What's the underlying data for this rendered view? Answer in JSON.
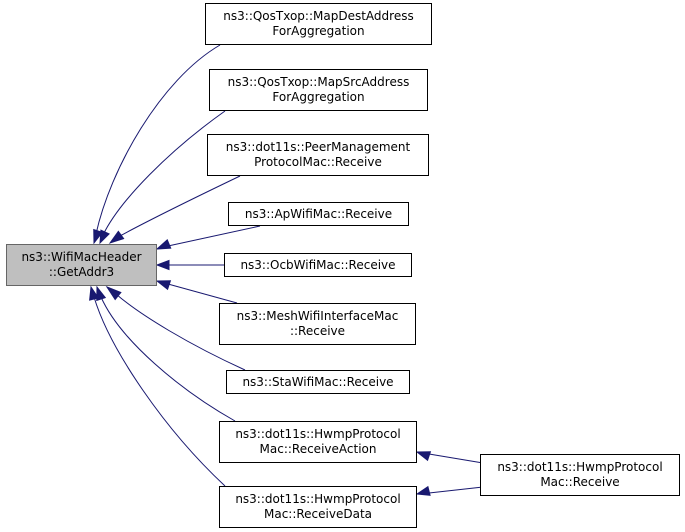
{
  "diagram": {
    "edge_color": "#191970",
    "root": {
      "lines": [
        "ns3::WifiMacHeader",
        "::GetAddr3"
      ],
      "fill": "#bfbfbf"
    },
    "callers": [
      {
        "id": "qos-map-dest",
        "lines": [
          "ns3::QosTxop::MapDestAddress",
          "ForAggregation"
        ]
      },
      {
        "id": "qos-map-src",
        "lines": [
          "ns3::QosTxop::MapSrcAddress",
          "ForAggregation"
        ]
      },
      {
        "id": "peer-mgmt-receive",
        "lines": [
          "ns3::dot11s::PeerManagement",
          "ProtocolMac::Receive"
        ]
      },
      {
        "id": "ap-receive",
        "lines": [
          "ns3::ApWifiMac::Receive"
        ]
      },
      {
        "id": "ocb-receive",
        "lines": [
          "ns3::OcbWifiMac::Receive"
        ]
      },
      {
        "id": "mesh-iface-receive",
        "lines": [
          "ns3::MeshWifiInterfaceMac",
          "::Receive"
        ]
      },
      {
        "id": "sta-receive",
        "lines": [
          "ns3::StaWifiMac::Receive"
        ]
      },
      {
        "id": "hwmp-receive-action",
        "lines": [
          "ns3::dot11s::HwmpProtocol",
          "Mac::ReceiveAction"
        ]
      },
      {
        "id": "hwmp-receive-data",
        "lines": [
          "ns3::dot11s::HwmpProtocol",
          "Mac::ReceiveData"
        ]
      },
      {
        "id": "hwmp-receive",
        "lines": [
          "ns3::dot11s::HwmpProtocol",
          "Mac::Receive"
        ]
      }
    ]
  }
}
